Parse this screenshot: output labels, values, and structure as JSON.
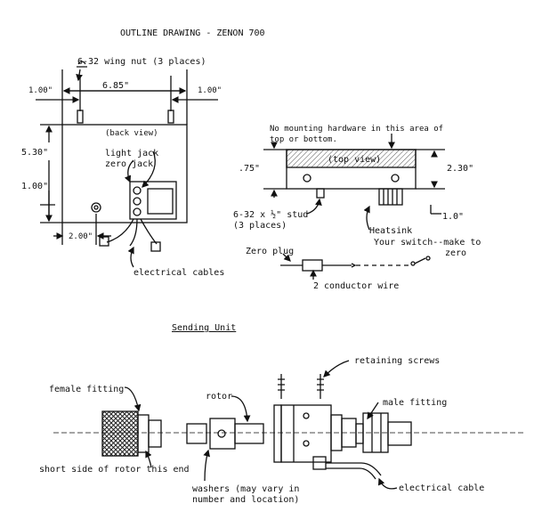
{
  "title": "OUTLINE DRAWING - ZENON 700",
  "back_view": {
    "wing_nut_note": "6-32 wing nut (3 places)",
    "dim_left": "1.00\"",
    "dim_width": "6.85\"",
    "dim_right": "1.00\"",
    "label": "(back view)",
    "dim_height": "5.30\"",
    "dim_lower": "1.00\"",
    "dim_bottom": "2.00\"",
    "light_jack": "light jack",
    "zero_jack": "zero jack",
    "cables": "electrical cables"
  },
  "top_view": {
    "note_line1": "No mounting hardware in this area of",
    "note_line2": "top or bottom.",
    "label": "(top view)",
    "dim_left": ".75\"",
    "dim_right": "2.30\"",
    "dim_small": "1.0\"",
    "stud_line1": "6-32 x ½\" stud",
    "stud_line2": "(3 places)",
    "heatsink": "Heatsink",
    "switch_line1": "Your switch--make to",
    "switch_line2": "zero",
    "zero_plug": "Zero plug",
    "wire": "2 conductor wire"
  },
  "sending_unit": {
    "title": "Sending Unit",
    "retaining_screws": "retaining screws",
    "female_fitting": "female fitting",
    "rotor": "rotor",
    "male_fitting": "male fitting",
    "short_side": "short side of rotor this end",
    "washers_line1": "washers (may vary in",
    "washers_line2": "number and location)",
    "cable": "electrical cable"
  }
}
